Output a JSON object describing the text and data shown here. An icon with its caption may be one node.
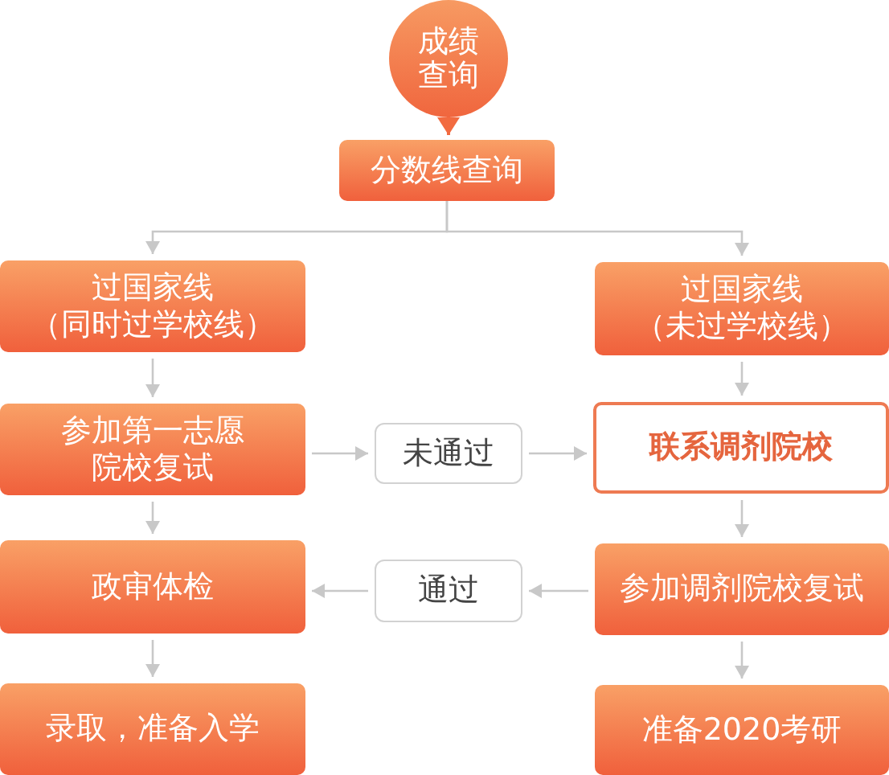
{
  "diagram": {
    "nodes": [
      {
        "text": [
          "成绩查询"
        ]
      },
      {
        "text": [
          "分数线查询"
        ]
      },
      {
        "text": [
          "过国家线",
          "（同时过学校线）"
        ]
      },
      {
        "text": [
          "过国家线",
          "（未过学校线）"
        ]
      },
      {
        "text": [
          "参加第一志愿院校复试"
        ]
      },
      {
        "text": [
          "未通过"
        ]
      },
      {
        "text": [
          "联系调剂院校"
        ]
      },
      {
        "text": [
          "政审体检"
        ]
      },
      {
        "text": [
          "通过"
        ]
      },
      {
        "text": [
          "参加调剂院校复试"
        ]
      },
      {
        "text": [
          "录取，准备入学"
        ]
      },
      {
        "text": [
          "准备2020考研"
        ]
      }
    ],
    "edges": [
      {
        "from": 0,
        "to": 1,
        "arrow": "to",
        "color": "#f26b40"
      },
      {
        "from": 1,
        "to": 2,
        "arrow": "to"
      },
      {
        "from": 1,
        "to": 3,
        "arrow": "to"
      },
      {
        "from": 2,
        "to": 4,
        "arrow": "to"
      },
      {
        "from": 3,
        "to": 6,
        "arrow": "to"
      },
      {
        "from": 4,
        "to": 5,
        "arrow": "to"
      },
      {
        "from": 5,
        "to": 6,
        "arrow": "to"
      },
      {
        "from": 4,
        "to": 7,
        "arrow": "to"
      },
      {
        "from": 6,
        "to": 9,
        "arrow": "to"
      },
      {
        "from": 9,
        "to": 8,
        "arrow": "to"
      },
      {
        "from": 8,
        "to": 7,
        "arrow": "to"
      },
      {
        "from": 7,
        "to": 10,
        "arrow": "to"
      },
      {
        "from": 9,
        "to": 11,
        "arrow": "to"
      }
    ]
  }
}
